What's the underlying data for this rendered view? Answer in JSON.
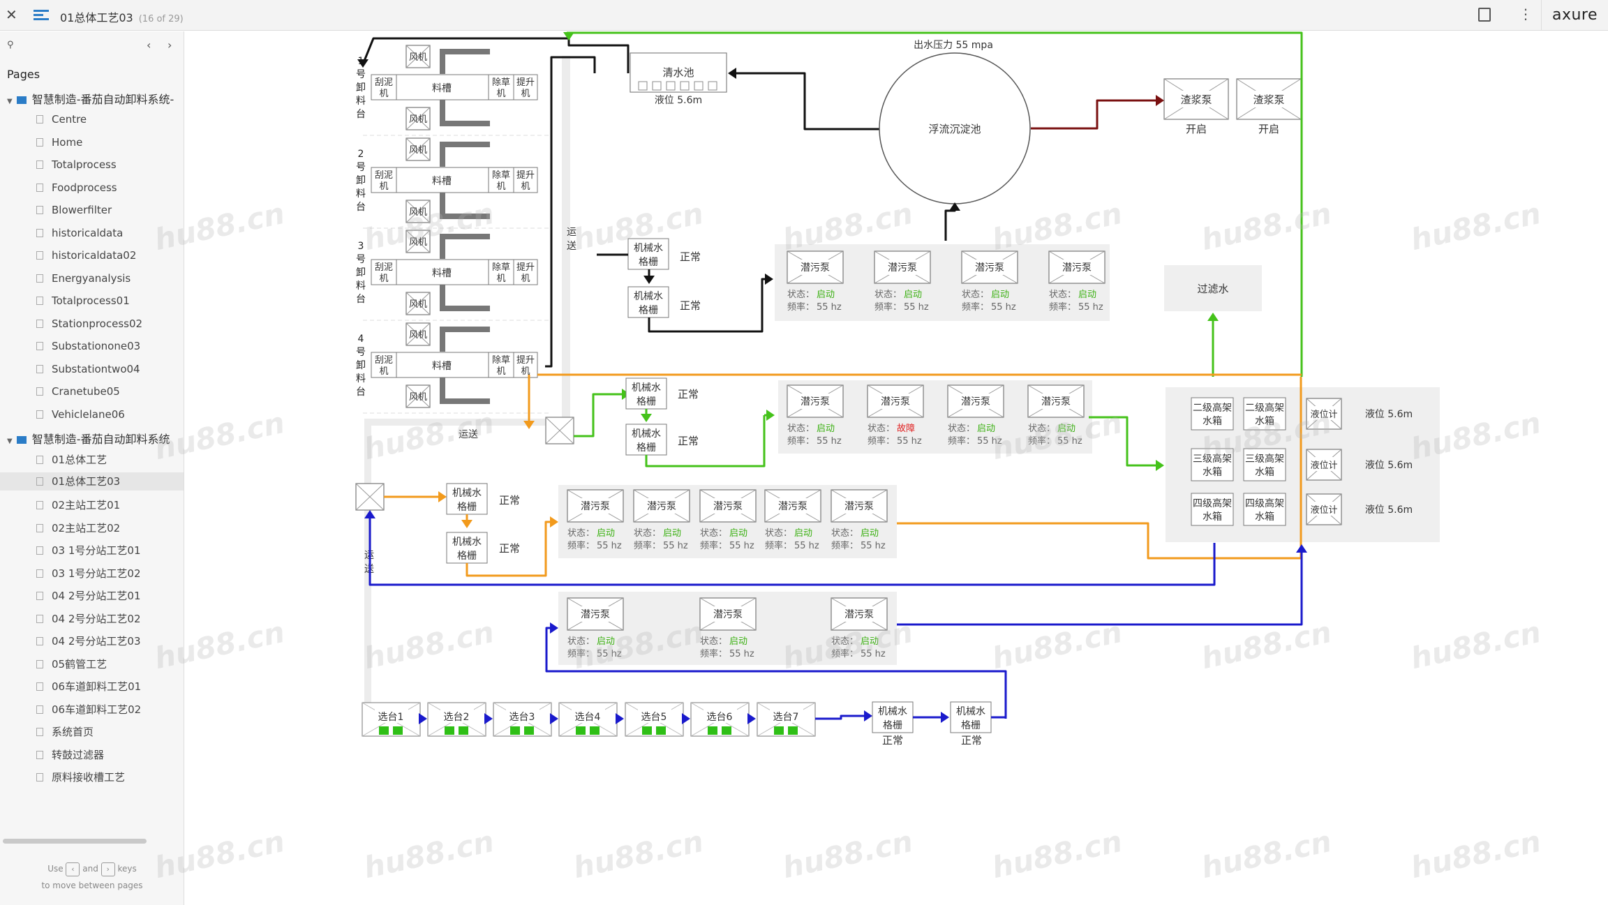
{
  "window": {
    "title": "01总体工艺03",
    "page_count": "(16 of 29)",
    "brand": "axure"
  },
  "sidebar": {
    "pages_label": "Pages",
    "folders": [
      "智慧制造-番茄自动卸料系统-",
      "智慧制造-番茄自动卸料系统"
    ],
    "group1": [
      "Centre",
      "Home",
      "Totalprocess",
      "Foodprocess",
      "Blowerfilter",
      "historicaldata",
      "historicaldata02",
      "Energyanalysis",
      "Totalprocess01",
      "Stationprocess02",
      "Substationone03",
      "Substationtwo04",
      "Cranetube05",
      "Vehiclelane06"
    ],
    "group2": [
      "01总体工艺",
      "01总体工艺03",
      "02主站工艺01",
      "02主站工艺02",
      "03 1号分站工艺01",
      "03 1号分站工艺02",
      "04 2号分站工艺01",
      "04 2号分站工艺02",
      "04 2号分站工艺03",
      "05鹤管工艺",
      "06车道卸料工艺01",
      "06车道卸料工艺02",
      "系统首页",
      "转鼓过滤器",
      "原料接收槽工艺"
    ],
    "hint_use": "Use",
    "hint_and": "and",
    "hint_keys": "keys",
    "hint_line2": "to move between pages"
  },
  "diagram": {
    "stations": [
      "1号卸料台",
      "2号卸料台",
      "3号卸料台",
      "4号卸料台"
    ],
    "fan": "风机",
    "scraper": "刮泥机",
    "trough": "料槽",
    "weeder": "除草机",
    "lifter": "提升机",
    "conveyor": "运送",
    "clear_pool": "清水池",
    "clear_level": "液位 5.6m",
    "out_pressure": "出水压力 55 mpa",
    "float_tank": "浮流沉淀池",
    "slurry_pump": "渣浆泵",
    "slurry_status": "开启",
    "screen": "机械水格栅",
    "normal": "正常",
    "pump": "潜污泵",
    "state_label": "状态：",
    "freq_label": "频率：",
    "running": "启动",
    "fault": "故障",
    "freq": "55 hz",
    "filter_water": "过滤水",
    "tanks": [
      "二级高架水箱",
      "二级高架水箱",
      "三级高架水箱",
      "三级高架水箱",
      "四级高架水箱",
      "四级高架水箱"
    ],
    "level_meter": "液位计",
    "level": "液位 5.6m",
    "selectors": [
      "选台1",
      "选台2",
      "选台3",
      "选台4",
      "选台5",
      "选台6",
      "选台7"
    ]
  },
  "colors": {
    "green": "#44c21a",
    "orange": "#f29a1c",
    "blue": "#1a1acc",
    "darkred": "#7a1010",
    "black": "#111111",
    "fault": "#e02020"
  },
  "watermark": "hu88.cn"
}
